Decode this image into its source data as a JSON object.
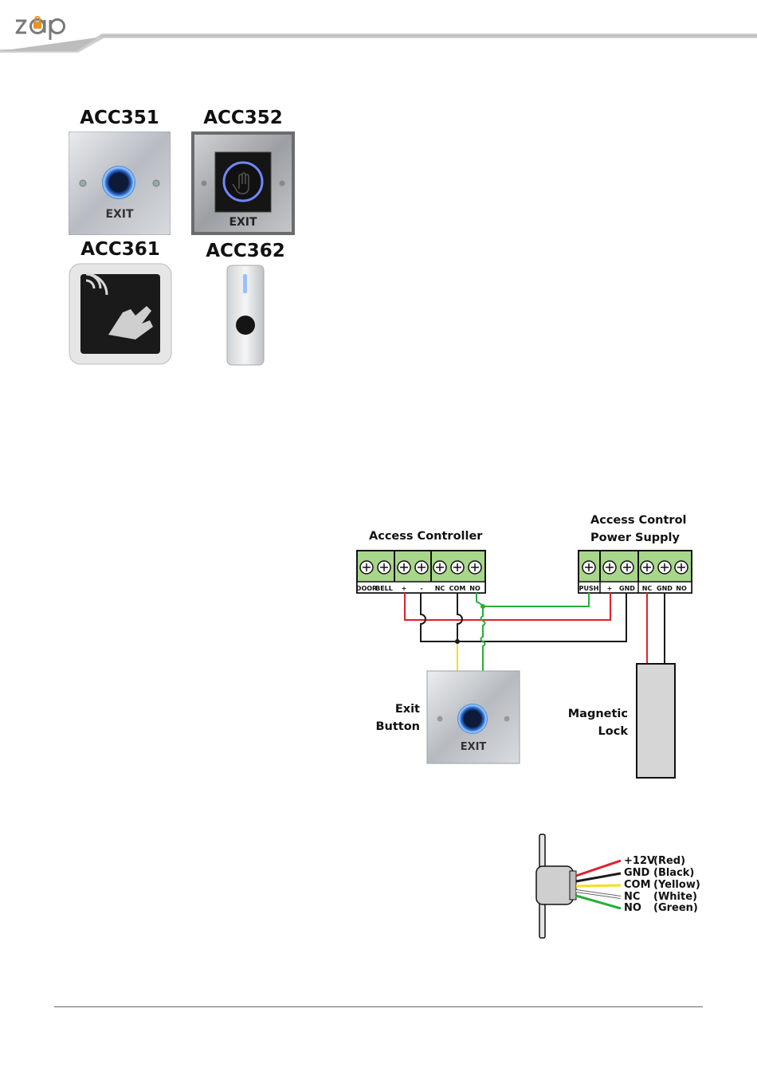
{
  "header": {
    "logo_text": "zap",
    "brand_color": "#e8922a",
    "band_color": "#c8c8c8"
  },
  "products": [
    {
      "model": "ACC351",
      "face_text": "EXIT"
    },
    {
      "model": "ACC352",
      "face_text": "EXIT"
    },
    {
      "model": "ACC361"
    },
    {
      "model": "ACC362"
    }
  ],
  "wiring_diagram": {
    "controller_title": "Access Controller",
    "controller_terminals": [
      "DOOR",
      "BELL",
      "+",
      "-",
      "NC",
      "COM",
      "NO"
    ],
    "psu_title_line1": "Access Control",
    "psu_title_line2": "Power Supply",
    "psu_terminals": [
      "PUSH",
      "+",
      "GND",
      "NC",
      "GND",
      "NO"
    ],
    "exit_button_label_line1": "Exit",
    "exit_button_label_line2": "Button",
    "exit_button_face_text": "EXIT",
    "maglock_label_line1": "Magnetic",
    "maglock_label_line2": "Lock",
    "wire_colors": {
      "red": "#e0202a",
      "black": "#1a1a1a",
      "yellow": "#f2e21a",
      "green": "#27ae3c"
    },
    "terminal_color": "#a8d68a"
  },
  "wire_legend": [
    {
      "signal": "+12V",
      "color_name": "(Red)",
      "color": "#e0202a"
    },
    {
      "signal": "GND",
      "color_name": "(Black)",
      "color": "#1a1a1a"
    },
    {
      "signal": "COM",
      "color_name": "(Yellow)",
      "color": "#f2e21a"
    },
    {
      "signal": "NC",
      "color_name": "(White)",
      "color": "#ffffff"
    },
    {
      "signal": "NO",
      "color_name": "(Green)",
      "color": "#27ae3c"
    }
  ]
}
